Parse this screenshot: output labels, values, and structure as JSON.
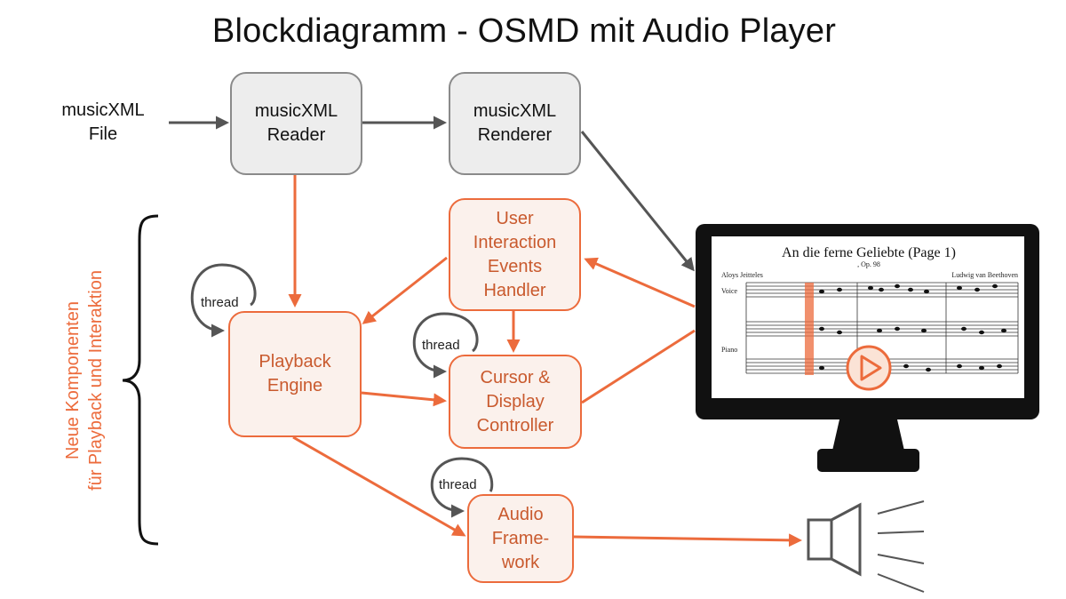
{
  "title": "Blockdiagramm - OSMD mit Audio Player",
  "input_label": [
    "musicXML",
    "File"
  ],
  "nodes": {
    "reader": [
      "musicXML",
      "Reader"
    ],
    "renderer": [
      "musicXML",
      "Renderer"
    ],
    "user_interaction": [
      "User",
      "Interaction",
      "Events",
      "Handler"
    ],
    "playback_engine": [
      "Playback",
      "Engine"
    ],
    "cursor_controller": [
      "Cursor &",
      "Display",
      "Controller"
    ],
    "audio_framework": [
      "Audio",
      "Frame-",
      "work"
    ]
  },
  "thread_label": "thread",
  "side_label": [
    "Neue Komponenten",
    "für Playback und Interaktion"
  ],
  "score": {
    "title": "An die ferne Geliebte (Page 1)",
    "opus": ", Op. 98",
    "lyricist": "Aloys Jeitteles",
    "composer": "Ludwig van Beethoven",
    "voice_label": "Voice",
    "piano_label": "Piano"
  },
  "colors": {
    "accent": "#ec6b3c",
    "gray_box": "#ededed",
    "gray_border": "#8a8a8a",
    "dark_arrow": "#555555"
  }
}
